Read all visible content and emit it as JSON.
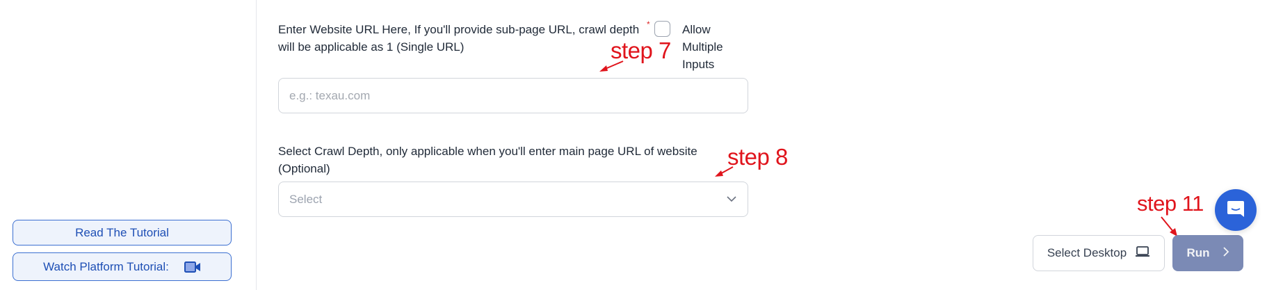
{
  "sidebar": {
    "read_tutorial_label": "Read The Tutorial",
    "watch_tutorial_label": "Watch Platform Tutorial:",
    "watch_tutorial_icon": "video-camera-icon"
  },
  "form": {
    "url_field": {
      "label": "Enter Website URL Here, If you'll provide sub-page URL, crawl depth will be applicable as 1 (Single URL)",
      "required_marker": "*",
      "placeholder": "e.g.: texau.com",
      "value": ""
    },
    "allow_multiple": {
      "label": "Allow Multiple Inputs",
      "checked": false
    },
    "crawl_depth": {
      "label": "Select Crawl Depth, only applicable when you'll enter main page URL of website (Optional)",
      "selected": "Select"
    }
  },
  "actions": {
    "select_desktop_label": "Select Desktop",
    "select_desktop_icon": "laptop-icon",
    "run_label": "Run",
    "run_icon": "chevron-right-icon"
  },
  "chat": {
    "icon": "chat-bubble-icon"
  },
  "annotations": {
    "step7": "step 7",
    "step8": "step 8",
    "step11": "step 11"
  },
  "colors": {
    "accent": "#2b63d9",
    "run_button": "#7b8ab5",
    "annotation": "#e0141c",
    "tutorial_border": "#3b6fd1"
  }
}
